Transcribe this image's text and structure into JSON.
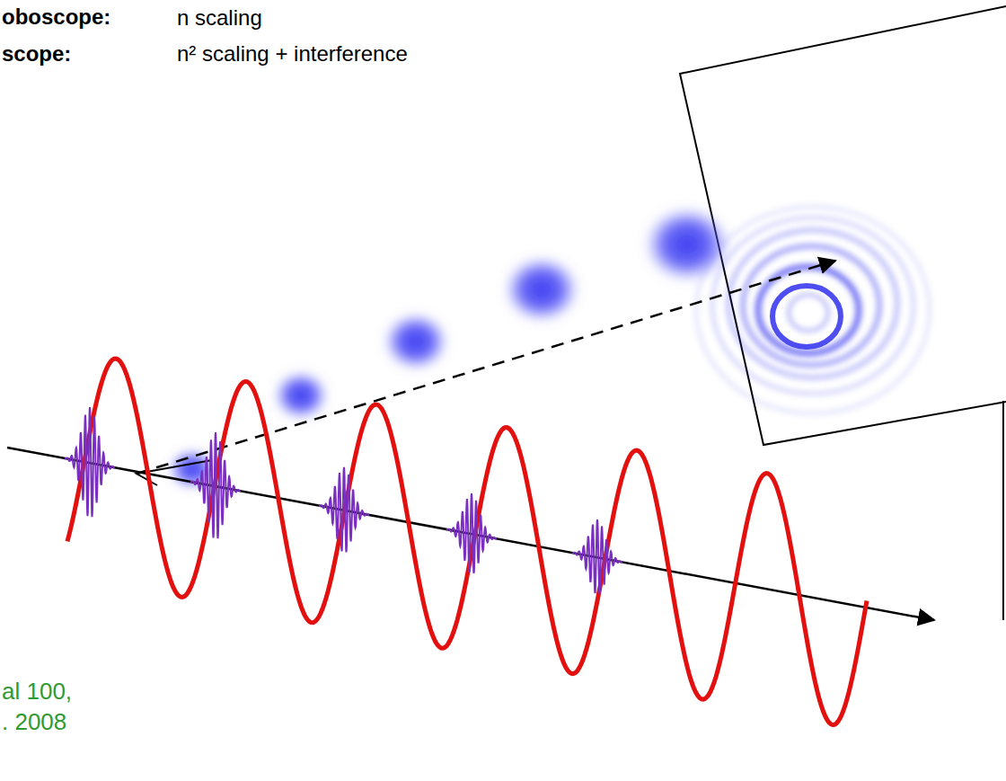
{
  "diagram": {
    "labels": [
      "oboscope:",
      "n scaling",
      "scope:",
      "n² scaling + interference",
      "al 100,",
      ". 2008"
    ]
  }
}
